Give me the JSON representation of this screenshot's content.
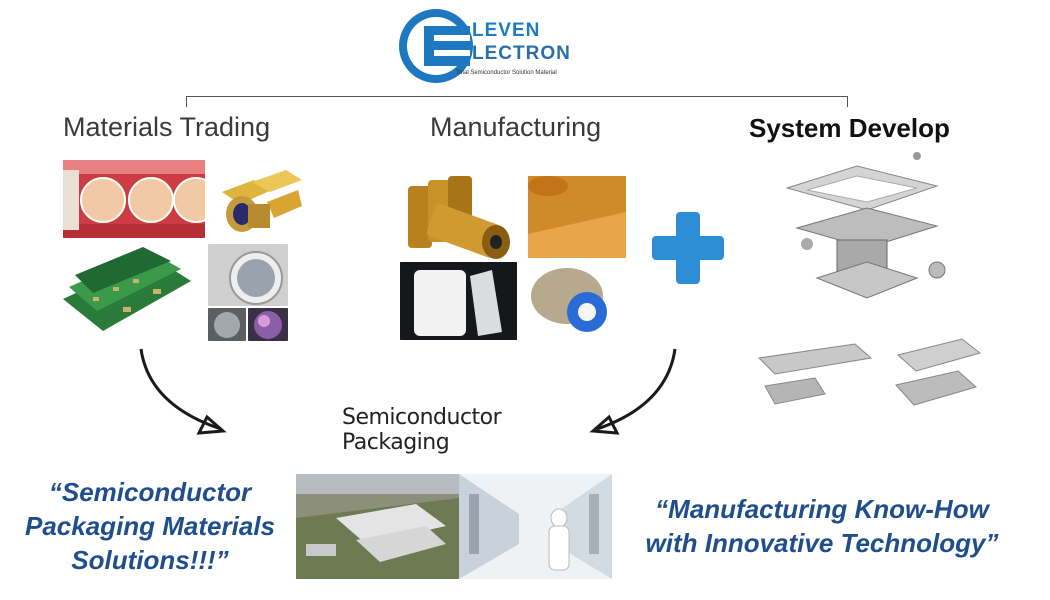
{
  "logo": {
    "word_1": "LEVEN",
    "word_2": "LECTRON",
    "tagline": "Total Semiconductor Solution Material",
    "color": "#1d7bbf"
  },
  "headings": {
    "trading": "Materials Trading",
    "manufacturing": "Manufacturing",
    "system": "System Develop"
  },
  "center_label": {
    "line_1": "Semiconductor",
    "line_2": "Packaging"
  },
  "quotes": {
    "left": [
      "“Semiconductor",
      "Packaging Materials",
      "Solutions!!!”"
    ],
    "right": [
      "“Manufacturing Know-How",
      "with Innovative Technology”"
    ]
  },
  "colors": {
    "quote_text": "#1f4e8c",
    "plus": "#2f8fd6",
    "heading": "#3a3a3a"
  },
  "icons": [
    "plus-icon",
    "curved-arrow-left-icon",
    "curved-arrow-right-icon"
  ]
}
